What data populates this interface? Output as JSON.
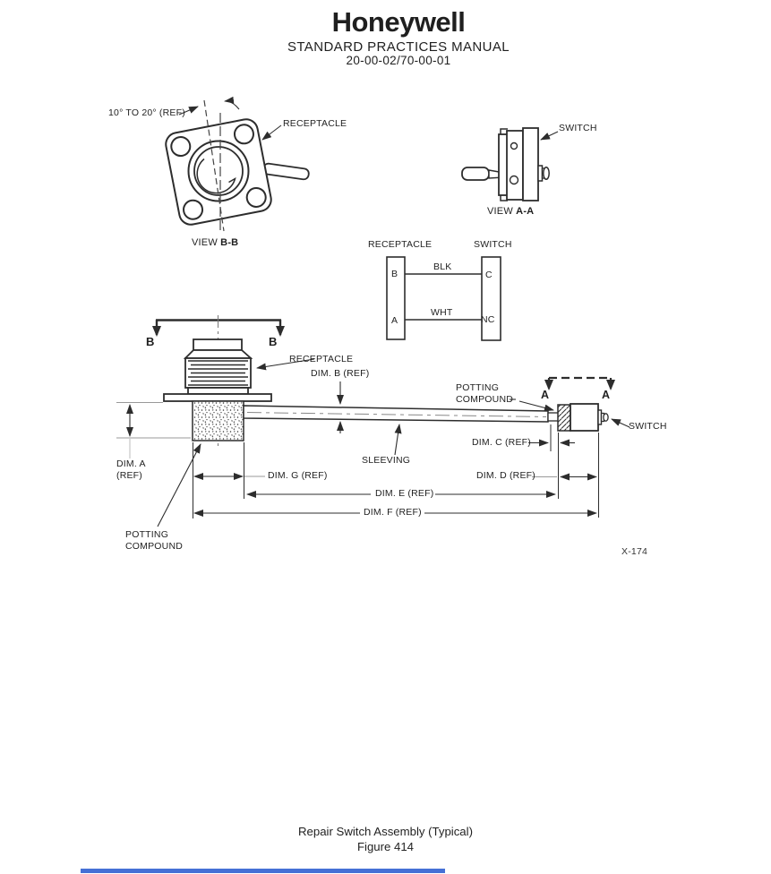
{
  "header": {
    "brand": "Honeywell",
    "title": "STANDARD PRACTICES MANUAL",
    "doc_number": "20-00-02/70-00-01"
  },
  "view_bb": {
    "angle_note": "10° TO 20° (REF)",
    "receptacle": "RECEPTACLE",
    "view_word": "VIEW ",
    "view_id": "B-B"
  },
  "view_aa": {
    "switch": "SWITCH",
    "view_word": "VIEW ",
    "view_id": "A-A"
  },
  "wiring": {
    "receptacle": "RECEPTACLE",
    "switch": "SWITCH",
    "pin_b": "B",
    "pin_a": "A",
    "pin_c": "C",
    "pin_nc": "NC",
    "wire_top": "BLK",
    "wire_bottom": "WHT"
  },
  "assembly": {
    "section_b": "B",
    "section_a": "A",
    "receptacle": "RECEPTACLE",
    "switch": "SWITCH",
    "sleeving": "SLEEVING",
    "potting_word1": "POTTING",
    "potting_word2": "COMPOUND",
    "dim_a1": "DIM. A",
    "dim_a2": "(REF)",
    "dim_b": "DIM. B (REF)",
    "dim_c": "DIM. C (REF)",
    "dim_d": "DIM. D (REF)",
    "dim_e": "DIM. E (REF)",
    "dim_f": "DIM. F (REF)",
    "dim_g": "DIM. G (REF)",
    "xref": "X-174"
  },
  "footer": {
    "caption": "Repair Switch Assembly (Typical)",
    "figure": "Figure 414"
  },
  "colors": {
    "ink": "#1f1f1f",
    "line": "#2d2d2d",
    "accent_bar": "#4570d6"
  }
}
